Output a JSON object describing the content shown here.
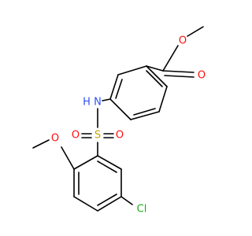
{
  "atoms": {
    "o_ester_single": "O",
    "o_ester_carbonyl": "O",
    "n_amine": "N",
    "h_amine": "H",
    "s_sulfonyl": "S",
    "o_sulfonyl_left": "O",
    "o_sulfonyl_right": "O",
    "o_methoxy": "O",
    "cl": "Cl"
  },
  "colors": {
    "oxygen": "#ff0d0d",
    "nitrogen": "#3050f8",
    "sulfur": "#c8a400",
    "chlorine": "#1fa81f",
    "carbon": "#000000"
  }
}
